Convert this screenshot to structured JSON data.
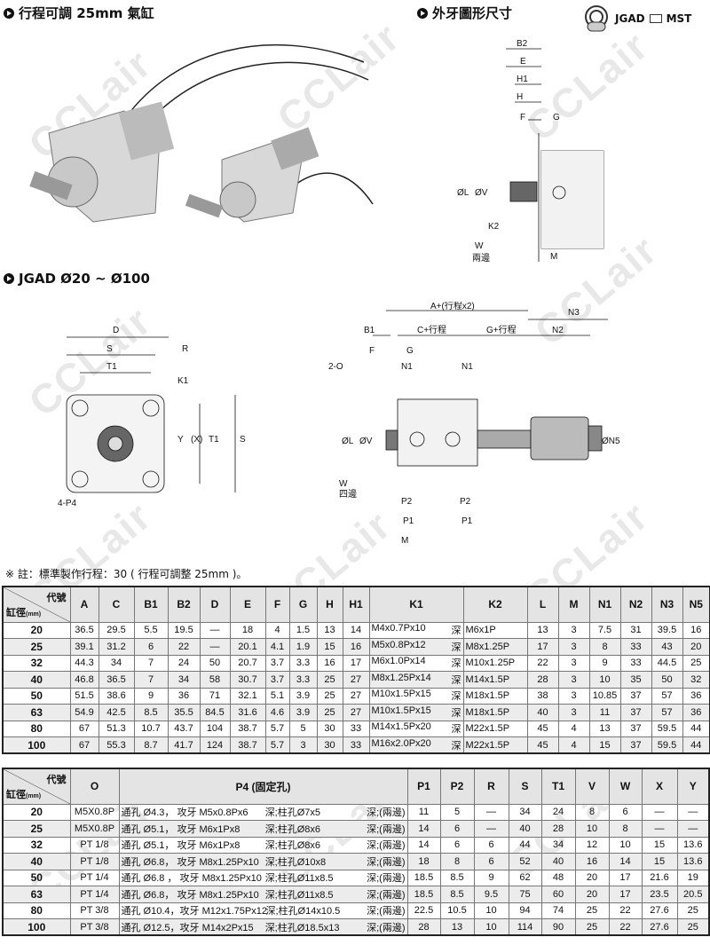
{
  "watermark": "CCLair",
  "headings": {
    "adjustable": "行程可調 25mm 氣缸",
    "thread": "外牙圖形尺寸",
    "series": "JGAD Ø20 ~ Ø100"
  },
  "legend": {
    "a": "JGAD",
    "b": "MST"
  },
  "thread_labels": [
    "B2",
    "E",
    "H1",
    "H",
    "F",
    "G",
    "ØL",
    "ØV",
    "K2",
    "W",
    "兩邊",
    "M"
  ],
  "side_labels": [
    "D",
    "S",
    "R",
    "T1",
    "K1",
    "Y",
    "(X)",
    "T1",
    "S",
    "4-P4"
  ],
  "front_labels": [
    "A+(行程x2)",
    "N3",
    "B1",
    "C+行程",
    "G+行程",
    "N2",
    "F",
    "G",
    "2-O",
    "N1",
    "N1",
    "ØL",
    "ØV",
    "ØN5",
    "W",
    "四邊",
    "P2",
    "P2",
    "P1",
    "P1",
    "M"
  ],
  "note": "※ 註：標準製作行程：30 ( 行程可調整 25mm )。",
  "corner": {
    "code": "代號",
    "bore": "缸徑",
    "unit": "(mm)"
  },
  "deep": "深",
  "table1": {
    "headers": [
      "A",
      "C",
      "B1",
      "B2",
      "D",
      "E",
      "F",
      "G",
      "H",
      "H1",
      "K1",
      "K2",
      "L",
      "M",
      "N1",
      "N2",
      "N3",
      "N5"
    ],
    "rows": [
      [
        "20",
        "36.5",
        "29.5",
        "5.5",
        "19.5",
        "—",
        "18",
        "4",
        "1.5",
        "13",
        "14",
        "M4x0.7Px10",
        "M6x1P",
        "13",
        "3",
        "7.5",
        "31",
        "39.5",
        "16"
      ],
      [
        "25",
        "39.1",
        "31.2",
        "6",
        "22",
        "—",
        "20.1",
        "4.1",
        "1.9",
        "15",
        "16",
        "M5x0.8Px12",
        "M8x1.25P",
        "17",
        "3",
        "8",
        "33",
        "43",
        "20"
      ],
      [
        "32",
        "44.3",
        "34",
        "7",
        "24",
        "50",
        "20.7",
        "3.7",
        "3.3",
        "16",
        "17",
        "M6x1.0Px14",
        "M10x1.25P",
        "22",
        "3",
        "9",
        "33",
        "44.5",
        "25"
      ],
      [
        "40",
        "46.8",
        "36.5",
        "7",
        "34",
        "58",
        "30.7",
        "3.7",
        "3.3",
        "25",
        "27",
        "M8x1.25Px14",
        "M14x1.5P",
        "28",
        "3",
        "10",
        "35",
        "50",
        "32"
      ],
      [
        "50",
        "51.5",
        "38.6",
        "9",
        "36",
        "71",
        "32.1",
        "5.1",
        "3.9",
        "25",
        "27",
        "M10x1.5Px15",
        "M18x1.5P",
        "38",
        "3",
        "10.85",
        "37",
        "57",
        "36"
      ],
      [
        "63",
        "54.9",
        "42.5",
        "8.5",
        "35.5",
        "84.5",
        "31.6",
        "4.6",
        "3.9",
        "25",
        "27",
        "M10x1.5Px15",
        "M18x1.5P",
        "40",
        "3",
        "11",
        "37",
        "57",
        "36"
      ],
      [
        "80",
        "67",
        "51.3",
        "10.7",
        "43.7",
        "104",
        "38.7",
        "5.7",
        "5",
        "30",
        "33",
        "M14x1.5Px20",
        "M22x1.5P",
        "45",
        "4",
        "13",
        "37",
        "59.5",
        "44"
      ],
      [
        "100",
        "67",
        "55.3",
        "8.7",
        "41.7",
        "124",
        "38.7",
        "5.7",
        "3",
        "30",
        "33",
        "M16x2.0Px20",
        "M22x1.5P",
        "45",
        "4",
        "15",
        "37",
        "59.5",
        "44"
      ]
    ]
  },
  "table2": {
    "headers": [
      "O",
      "P4 (固定孔)",
      "P1",
      "P2",
      "R",
      "S",
      "T1",
      "V",
      "W",
      "X",
      "Y"
    ],
    "rows": [
      [
        "20",
        "M5X0.8P",
        "通孔 Ø4.3， 攻牙 M5x0.8Px6",
        "深;柱孔Ø7x5",
        "深;(兩邊)",
        "11",
        "5",
        "—",
        "34",
        "24",
        "8",
        "6",
        "—",
        "—"
      ],
      [
        "25",
        "M5X0.8P",
        "通孔 Ø5.1， 攻牙 M6x1Px8",
        "深;柱孔Ø8x6",
        "深;(兩邊)",
        "14",
        "6",
        "—",
        "40",
        "28",
        "10",
        "8",
        "—",
        "—"
      ],
      [
        "32",
        "PT 1/8",
        "通孔 Ø5.1， 攻牙 M6x1Px8",
        "深;柱孔Ø8x6",
        "深;(兩邊)",
        "14",
        "6",
        "6",
        "44",
        "34",
        "12",
        "10",
        "15",
        "13.6"
      ],
      [
        "40",
        "PT 1/8",
        "通孔 Ø6.8， 攻牙 M8x1.25Px10",
        "深;柱孔Ø10x8",
        "深;(兩邊)",
        "18",
        "8",
        "6",
        "52",
        "40",
        "16",
        "14",
        "15",
        "13.6"
      ],
      [
        "50",
        "PT 1/4",
        "通孔 Ø6.8 ， 攻牙 M8x1.25Px10",
        "深;柱孔Ø11x8.5",
        "深;(兩邊)",
        "18.5",
        "8.5",
        "9",
        "62",
        "48",
        "20",
        "17",
        "21.6",
        "19"
      ],
      [
        "63",
        "PT 1/4",
        "通孔 Ø6.8， 攻牙 M8x1.25Px10",
        "深;柱孔Ø11x8.5",
        "深;(兩邊)",
        "18.5",
        "8.5",
        "9.5",
        "75",
        "60",
        "20",
        "17",
        "23.5",
        "20.5"
      ],
      [
        "80",
        "PT 3/8",
        "通孔 Ø10.4，攻牙 M12x1.75Px12",
        "深;柱孔Ø14x10.5",
        "深;(兩邊)",
        "22.5",
        "10.5",
        "10",
        "94",
        "74",
        "25",
        "22",
        "27.6",
        "25"
      ],
      [
        "100",
        "PT 3/8",
        "通孔 Ø12.5，攻牙 M14x2Px15",
        "深;柱孔Ø18.5x13",
        "深;(兩邊)",
        "28",
        "13",
        "10",
        "114",
        "90",
        "25",
        "22",
        "27.6",
        "25"
      ]
    ]
  }
}
